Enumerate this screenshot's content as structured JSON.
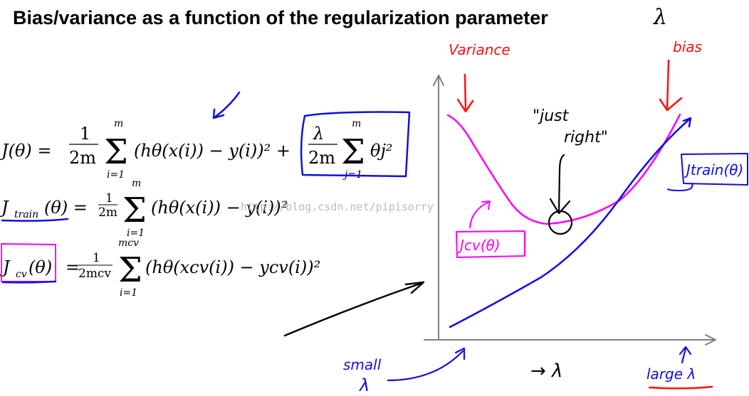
{
  "title": {
    "text": "Bias/variance as a function of the regularization parameter",
    "lambda": "λ"
  },
  "equations": {
    "j": {
      "lhs": "J(θ) =",
      "num": "1",
      "den": "2m",
      "sum_top": "m",
      "sum_bot": "i=1",
      "sigma": "Σ",
      "body": "(hθ(x(i)) − y(i))² +",
      "reg_num": "λ",
      "reg_den": "2m",
      "reg_top": "m",
      "reg_bot": "j=1",
      "reg_term": "θj²"
    },
    "j_train": {
      "lhs_j": "J",
      "lhs_sub": "train",
      "lhs_rest": "(θ) =",
      "num": "1",
      "den": "2m",
      "sum_top": "m",
      "sum_bot": "i=1",
      "sigma": "Σ",
      "body": "(hθ(x(i)) − y(i))²"
    },
    "j_cv": {
      "lhs_j": "J",
      "lhs_sub": "cv",
      "lhs_rest": "(θ)",
      "eq": "=",
      "num": "1",
      "den": "2mcv",
      "sum_top": "mcv",
      "sum_bot": "i=1",
      "sigma": "Σ",
      "body": "(hθ(xcv(i)) − ycv(i))²"
    }
  },
  "annotations": {
    "variance": "Variance",
    "bias": "bias",
    "just": "\"just",
    "right": "right\"",
    "j_train_label": "Jtrain(θ)",
    "j_cv_label": "Jcv(θ)",
    "small": "small",
    "small_lambda": "λ",
    "x_axis_label": "→ λ",
    "large_lambda": "large λ"
  },
  "watermark": "http://blog.csdn.net/pipisorry",
  "colors": {
    "magenta": "#ff00ff",
    "blue": "#1010e0",
    "red": "#ff1010",
    "axis": "#808080"
  }
}
